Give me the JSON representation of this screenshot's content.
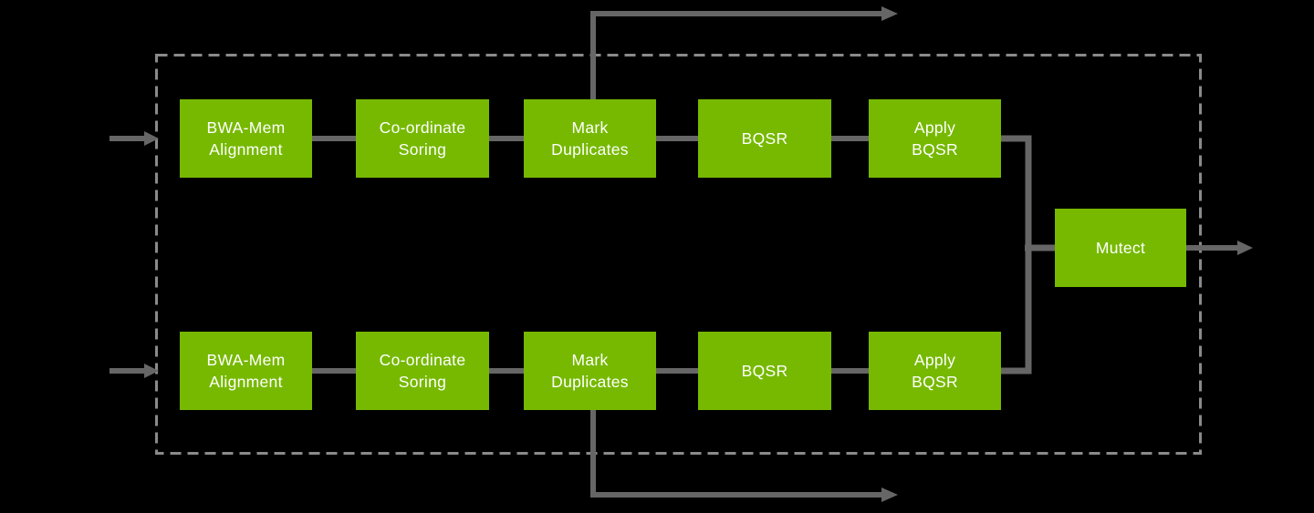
{
  "colors": {
    "background": "#000000",
    "node_green": "#76b900",
    "node_text": "#ffffff",
    "line_gray": "#666666",
    "dashed_border_gray": "#8a8a8a"
  },
  "diagram": {
    "top_row_nodes": [
      {
        "label": "BWA-Mem\nAlignment"
      },
      {
        "label": "Co-ordinate\nSoring"
      },
      {
        "label": "Mark\nDuplicates"
      },
      {
        "label": "BQSR"
      },
      {
        "label": "Apply\nBQSR"
      }
    ],
    "bottom_row_nodes": [
      {
        "label": "BWA-Mem\nAlignment"
      },
      {
        "label": "Co-ordinate\nSoring"
      },
      {
        "label": "Mark\nDuplicates"
      },
      {
        "label": "BQSR"
      },
      {
        "label": "Apply\nBQSR"
      }
    ],
    "merge_node": {
      "label": "Mutect"
    }
  }
}
